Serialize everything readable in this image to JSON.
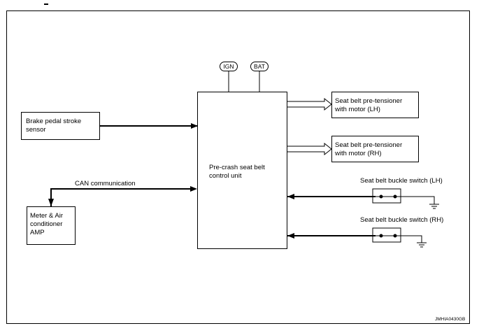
{
  "terminals": {
    "ign": "IGN",
    "bat": "BAT"
  },
  "blocks": {
    "brake_sensor": "Brake pedal stroke\nsensor",
    "control_unit": "Pre-crash seat belt\ncontrol unit",
    "pretensioner_lh": "Seat belt pre-tensioner\nwith motor (LH)",
    "pretensioner_rh": "Seat belt pre-tensioner\nwith motor (RH)",
    "meter_amp": "Meter & Air\nconditioner\nAMP"
  },
  "labels": {
    "can_communication": "CAN communication",
    "buckle_switch_lh": "Seat belt buckle switch (LH)",
    "buckle_switch_rh": "Seat belt buckle switch (RH)"
  },
  "figure_code": "JMHIA0430GB"
}
